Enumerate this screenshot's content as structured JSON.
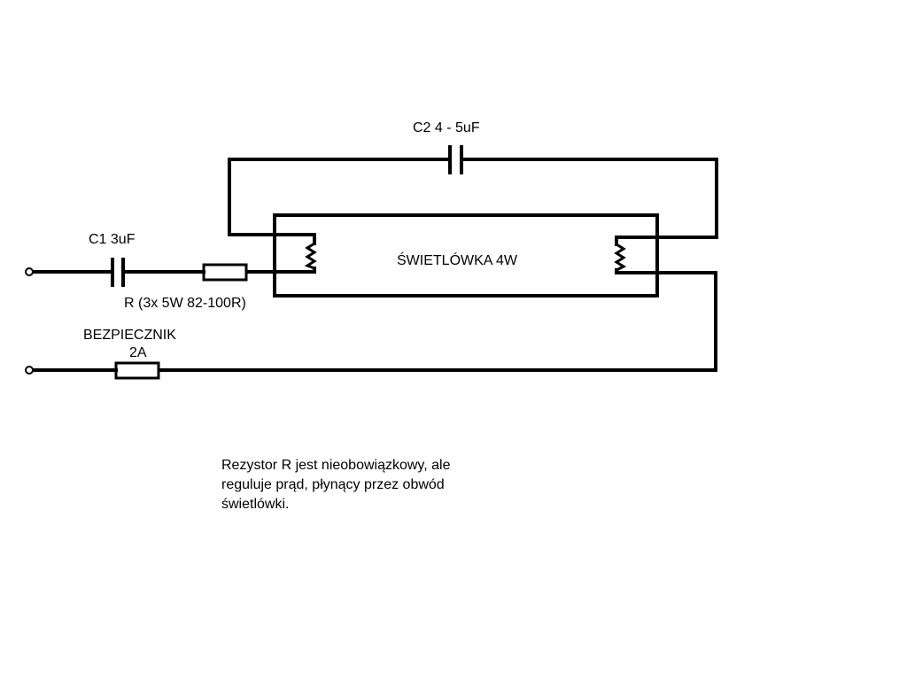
{
  "labels": {
    "c1": "C1  3uF",
    "c2": "C2  4 - 5uF",
    "resistor": "R (3x 5W 82-100R)",
    "fuse_line1": "BEZPIECZNIK",
    "fuse_line2": "2A",
    "lamp": "ŚWIETLÓWKA 4W"
  },
  "note": {
    "line1": "Rezystor R jest nieobowiązkowy, ale",
    "line2": "reguluje prąd, płynący przez obwód",
    "line3": "świetlówki."
  },
  "colors": {
    "line": "#000000",
    "background": "#ffffff"
  }
}
